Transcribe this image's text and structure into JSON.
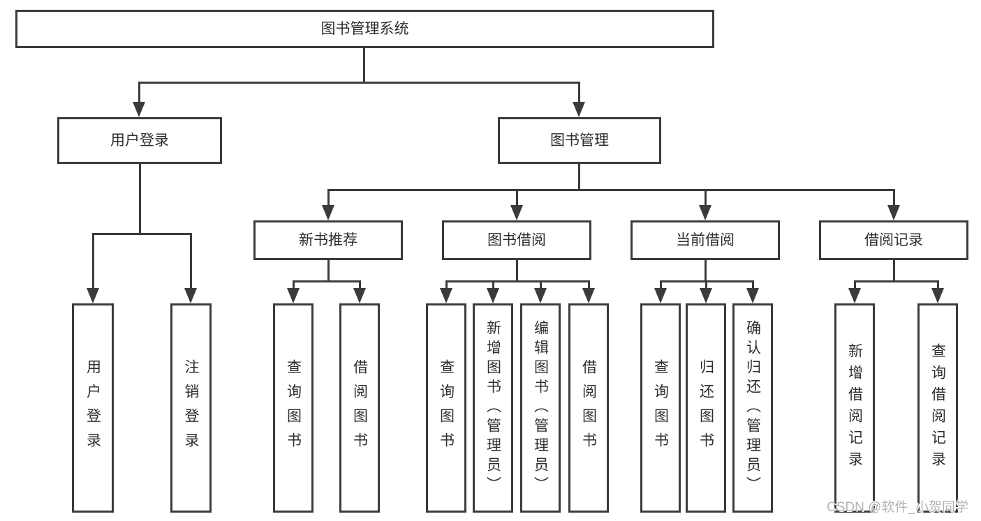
{
  "diagram": {
    "root": "图书管理系统",
    "level2": {
      "user_login": "用户登录",
      "book_management": "图书管理"
    },
    "level3": {
      "new_books": "新书推荐",
      "borrowing": "图书借阅",
      "current": "当前借阅",
      "records": "借阅记录"
    },
    "leaves": {
      "user_login": [
        "用户登录",
        "注销登录"
      ],
      "new_books": [
        "查询图书",
        "借阅图书"
      ],
      "borrowing": [
        "查询图书",
        "新增图书（管理员）",
        "编辑图书（管理员）",
        "借阅图书"
      ],
      "current": [
        "查询图书",
        "归还图书",
        "确认归还（管理员）"
      ],
      "records": [
        "新增借阅记录",
        "查询借阅记录"
      ]
    },
    "watermark": "CSDN @软件_小贺同学",
    "colors": {
      "line": "#3b3b3b",
      "text": "#2e2e2e",
      "watermark": "#b4b4b4",
      "background": "#ffffff"
    }
  }
}
